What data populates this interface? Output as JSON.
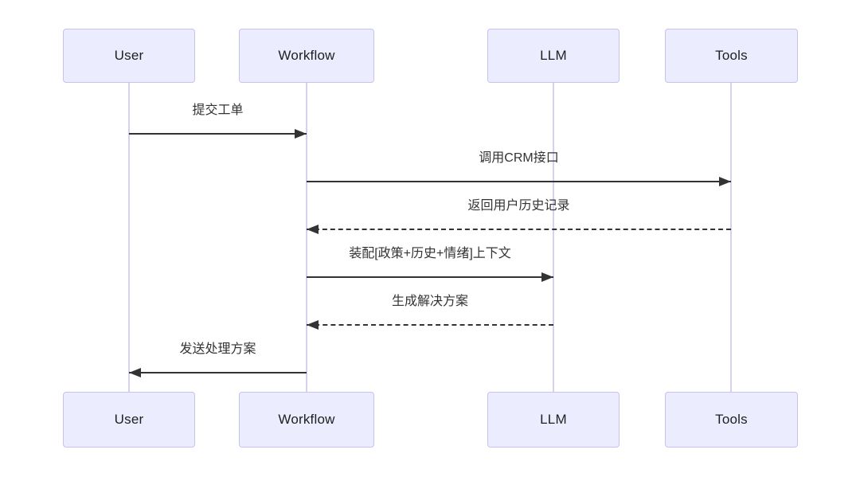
{
  "diagram": {
    "type": "sequence-diagram",
    "actors": [
      {
        "name": "User"
      },
      {
        "name": "Workflow"
      },
      {
        "name": "LLM"
      },
      {
        "name": "Tools"
      }
    ],
    "messages": [
      {
        "from": "User",
        "to": "Workflow",
        "text": "提交工单",
        "line": "solid"
      },
      {
        "from": "Workflow",
        "to": "Tools",
        "text": "调用CRM接口",
        "line": "solid"
      },
      {
        "from": "Tools",
        "to": "Workflow",
        "text": "返回用户历史记录",
        "line": "dashed"
      },
      {
        "from": "Workflow",
        "to": "LLM",
        "text": "装配[政策+历史+情绪]上下文",
        "line": "solid"
      },
      {
        "from": "LLM",
        "to": "Workflow",
        "text": "生成解决方案",
        "line": "dashed"
      },
      {
        "from": "Workflow",
        "to": "User",
        "text": "发送处理方案",
        "line": "solid"
      }
    ],
    "colors": {
      "actor_fill": "#ececff",
      "actor_border": "#c6c1ee",
      "lifeline": "#d9d0f0",
      "arrow": "#333333",
      "message_text": "#333333",
      "actor_text": "#1f1f1f",
      "background": "#ffffff"
    }
  }
}
